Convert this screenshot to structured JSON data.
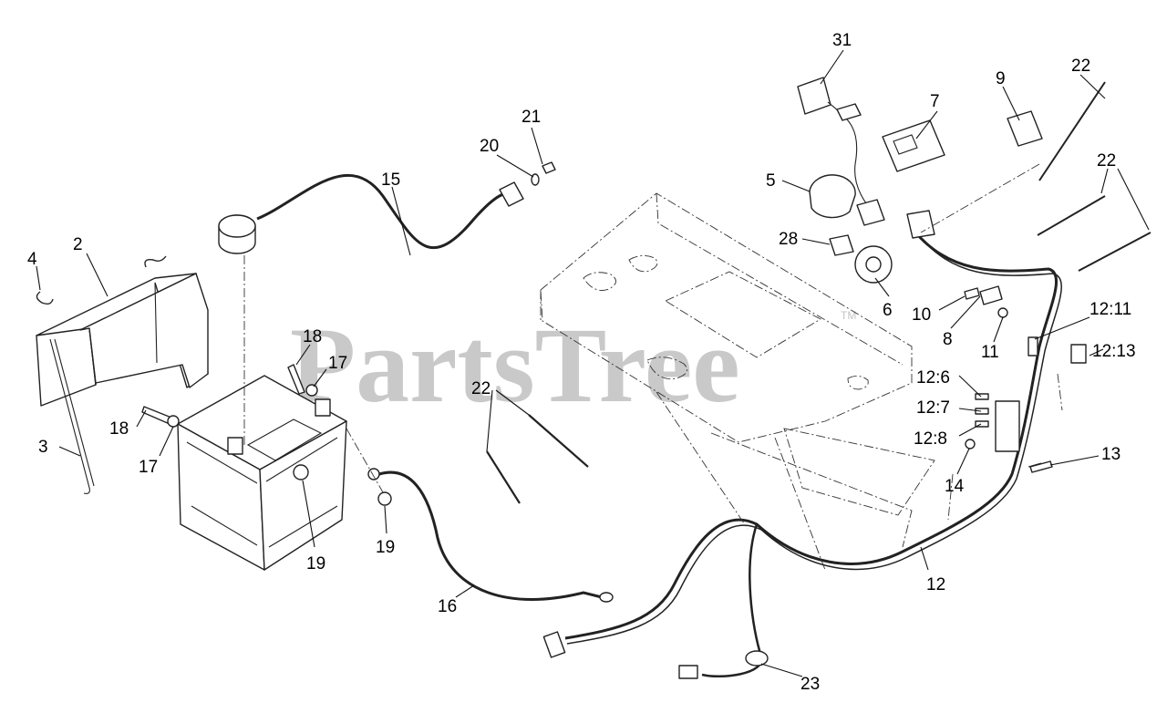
{
  "watermark": {
    "text": "PartsTree",
    "trademark": "TM"
  },
  "callouts": [
    {
      "id": "c-31",
      "label": "31"
    },
    {
      "id": "c-7",
      "label": "7"
    },
    {
      "id": "c-9",
      "label": "9"
    },
    {
      "id": "c-22-a",
      "label": "22"
    },
    {
      "id": "c-22-b",
      "label": "22"
    },
    {
      "id": "c-22-c",
      "label": "22"
    },
    {
      "id": "c-21",
      "label": "21"
    },
    {
      "id": "c-20",
      "label": "20"
    },
    {
      "id": "c-15",
      "label": "15"
    },
    {
      "id": "c-5",
      "label": "5"
    },
    {
      "id": "c-28",
      "label": "28"
    },
    {
      "id": "c-6",
      "label": "6"
    },
    {
      "id": "c-10",
      "label": "10"
    },
    {
      "id": "c-8",
      "label": "8"
    },
    {
      "id": "c-11",
      "label": "11"
    },
    {
      "id": "c-12-11",
      "label": "12:11"
    },
    {
      "id": "c-12-13",
      "label": "12:13"
    },
    {
      "id": "c-12-6",
      "label": "12:6"
    },
    {
      "id": "c-12-7",
      "label": "12:7"
    },
    {
      "id": "c-12-8",
      "label": "12:8"
    },
    {
      "id": "c-13",
      "label": "13"
    },
    {
      "id": "c-14",
      "label": "14"
    },
    {
      "id": "c-12",
      "label": "12"
    },
    {
      "id": "c-23",
      "label": "23"
    },
    {
      "id": "c-16",
      "label": "16"
    },
    {
      "id": "c-19-a",
      "label": "19"
    },
    {
      "id": "c-19-b",
      "label": "19"
    },
    {
      "id": "c-18-a",
      "label": "18"
    },
    {
      "id": "c-17-a",
      "label": "17"
    },
    {
      "id": "c-18-b",
      "label": "18"
    },
    {
      "id": "c-17-b",
      "label": "17"
    },
    {
      "id": "c-4",
      "label": "4"
    },
    {
      "id": "c-2",
      "label": "2"
    },
    {
      "id": "c-3",
      "label": "3"
    }
  ]
}
